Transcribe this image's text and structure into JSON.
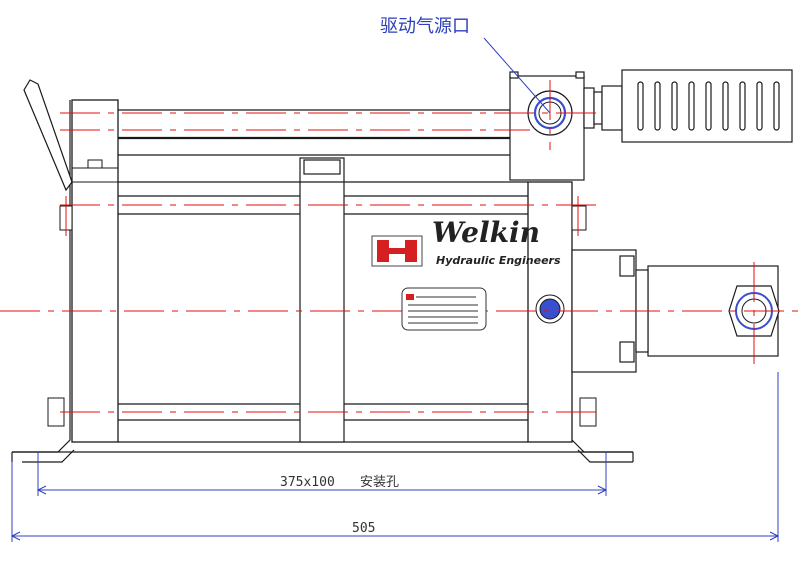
{
  "callout": {
    "label": "驱动气源口"
  },
  "brand": {
    "name": "Welkin",
    "subtitle": "Hydraulic Engineers"
  },
  "dimensions": {
    "mount_spacing": "375x100",
    "mount_label": "安装孔",
    "overall_length": "505"
  },
  "colors": {
    "outline": "#1a1a1a",
    "centerline": "#e01010",
    "dimension": "#3040c0",
    "port": "#3a4fd0",
    "logo_red": "#d42020"
  }
}
